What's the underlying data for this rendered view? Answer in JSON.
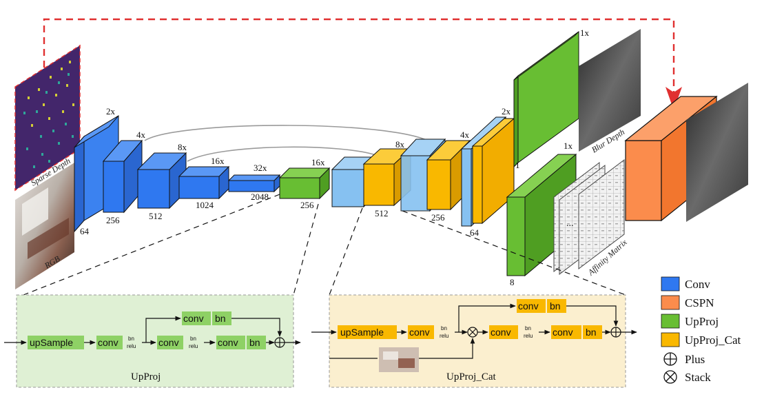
{
  "inputs": {
    "sparse_depth": "Sparse Depth",
    "rgb": "RGB",
    "blur_depth": "Blur Depth",
    "affinity_matrix": "Affinity Matrix"
  },
  "encoder": {
    "scales": [
      "2x",
      "4x",
      "8x",
      "16x",
      "32x"
    ],
    "channels": [
      "64",
      "256",
      "512",
      "1024",
      "2048"
    ]
  },
  "decoder": {
    "scales": [
      "16x",
      "8x",
      "4x",
      "2x",
      "1x",
      "1x"
    ],
    "channels": [
      "256",
      "512",
      "256",
      "64",
      "1",
      "8"
    ],
    "ellipsis": "..."
  },
  "upproj": {
    "title": "UpProj",
    "upsample": "upSample",
    "conv": "conv",
    "bn": "bn",
    "relu": "relu"
  },
  "upproj_cat": {
    "title": "UpProj_Cat",
    "upsample": "upSample",
    "conv": "conv",
    "bn": "bn",
    "relu": "relu"
  },
  "legend": [
    {
      "label": "Conv",
      "color": "#2f78f0"
    },
    {
      "label": "CSPN",
      "color": "#fb8c4c"
    },
    {
      "label": "UpProj",
      "color": "#68be33"
    },
    {
      "label": "UpProj_Cat",
      "color": "#f9b800"
    },
    {
      "label": "Plus",
      "symbol": "plus"
    },
    {
      "label": "Stack",
      "symbol": "times"
    }
  ],
  "colors": {
    "conv": "#2f78f0",
    "conv_light": "#86c1f1",
    "cspn": "#fb8c4c",
    "upproj": "#68be33",
    "upproj_cat": "#f9b800",
    "upproj_bg": "#dff0d4",
    "upproj_cat_bg": "#fbefcf",
    "arrow_red": "#e03030"
  }
}
